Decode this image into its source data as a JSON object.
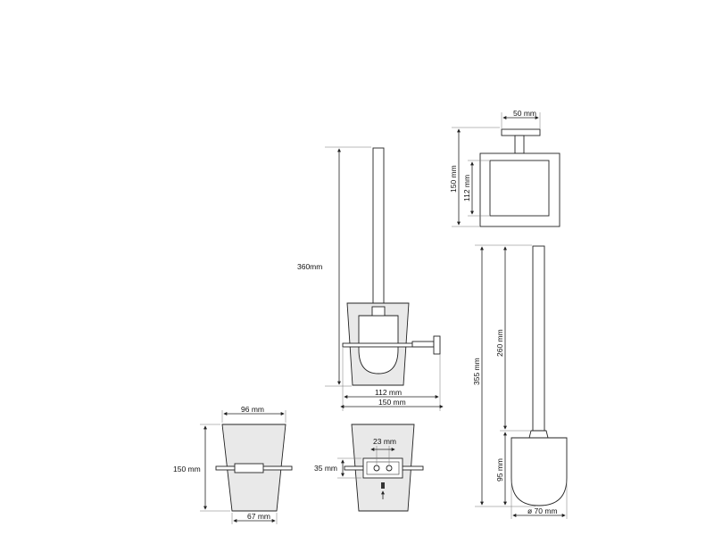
{
  "colors": {
    "line": "#222222",
    "glass_fill": "#e9e9e9",
    "background": "#ffffff"
  },
  "dimensions": {
    "front_height": "360mm",
    "front_width_inner": "112 mm",
    "front_width_outer": "150 mm",
    "top_bracket_width": "50 mm",
    "top_height_outer": "150 mm",
    "top_height_inner": "112 mm",
    "brush_total": "355 mm",
    "brush_handle": "260 mm",
    "brush_head": "95 mm",
    "brush_diameter": "ø 70 mm",
    "cup_top_width": "96 mm",
    "cup_height": "150 mm",
    "cup_bottom_width": "67 mm",
    "mount_spacing": "23 mm",
    "mount_height": "35 mm"
  }
}
